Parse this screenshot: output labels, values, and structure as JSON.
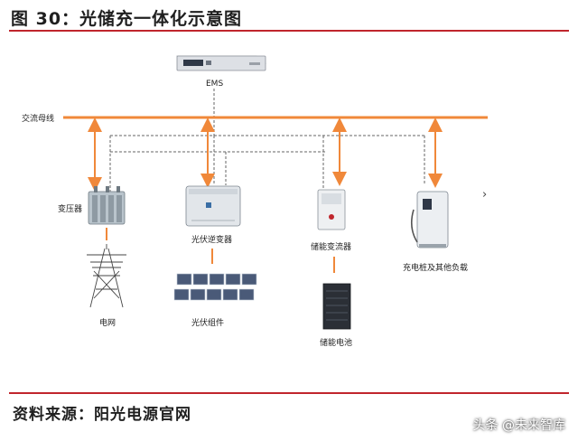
{
  "title": "图 30：光储充一体化示意图",
  "source": "资料来源：阳光电源官网",
  "watermark": "头条 @未来智库",
  "nodes": {
    "ems": "EMS",
    "ac_bus": "交流母线",
    "transformer": "变压器",
    "grid": "电网",
    "pv_inverter": "光伏逆变器",
    "pv_modules": "光伏组件",
    "storage_converter": "储能变流器",
    "battery": "储能电池",
    "charging_pile": "充电桩及其他负载"
  },
  "colors": {
    "accent_red": "#c0262d",
    "bus_orange": "#f0883a",
    "dashed": "#666666"
  }
}
